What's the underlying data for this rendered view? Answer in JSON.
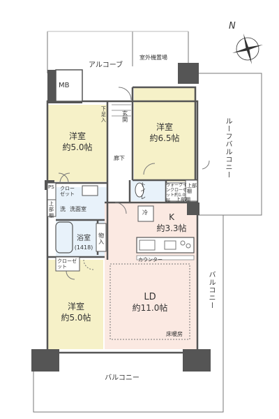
{
  "north_label": "N",
  "labels": {
    "alcove": "アルコーブ",
    "outdoor_unit": "室外機置場",
    "mb": "MB",
    "roof_balcony": "ルーフバルコニー",
    "entrance": "玄関",
    "shoe_cabinet": "下足入",
    "corridor": "廊下",
    "room_nw_name": "洋室",
    "room_nw_size": "約5.0帖",
    "room_ne_name": "洋室",
    "room_ne_size": "約6.5帖",
    "ps": "PS",
    "closet_top": "クローゼット",
    "toilet": "トイレ",
    "walk_in_closet": "ウォークインクローゼット約1.0帖",
    "upper_shelf_1": "上部棚",
    "upper_shelf_2": "上部棚",
    "upper_shelf_3": "上部棚",
    "washroom": "洗面室",
    "laundry": "洗",
    "fridge": "冷",
    "kitchen": "K",
    "kitchen_size": "約3.3帖",
    "bathroom": "浴室",
    "bathroom_size": "(1418)",
    "storage": "物入",
    "counter": "カウンター",
    "closet_sw": "クローゼット",
    "room_sw_name": "洋室",
    "room_sw_size": "約5.0帖",
    "ld": "LD",
    "ld_size": "約11.0帖",
    "floor_heating": "床暖房",
    "balcony_side": "バルコニー",
    "balcony_bottom": "バルコニー"
  },
  "colors": {
    "wall": "#555555",
    "room_fill": "#ffffff",
    "wet_area": "#e8f2fa",
    "ld_area": "#fbe9e2",
    "yellow_room": "#f6f1c8",
    "corridor": "#ffffff"
  }
}
